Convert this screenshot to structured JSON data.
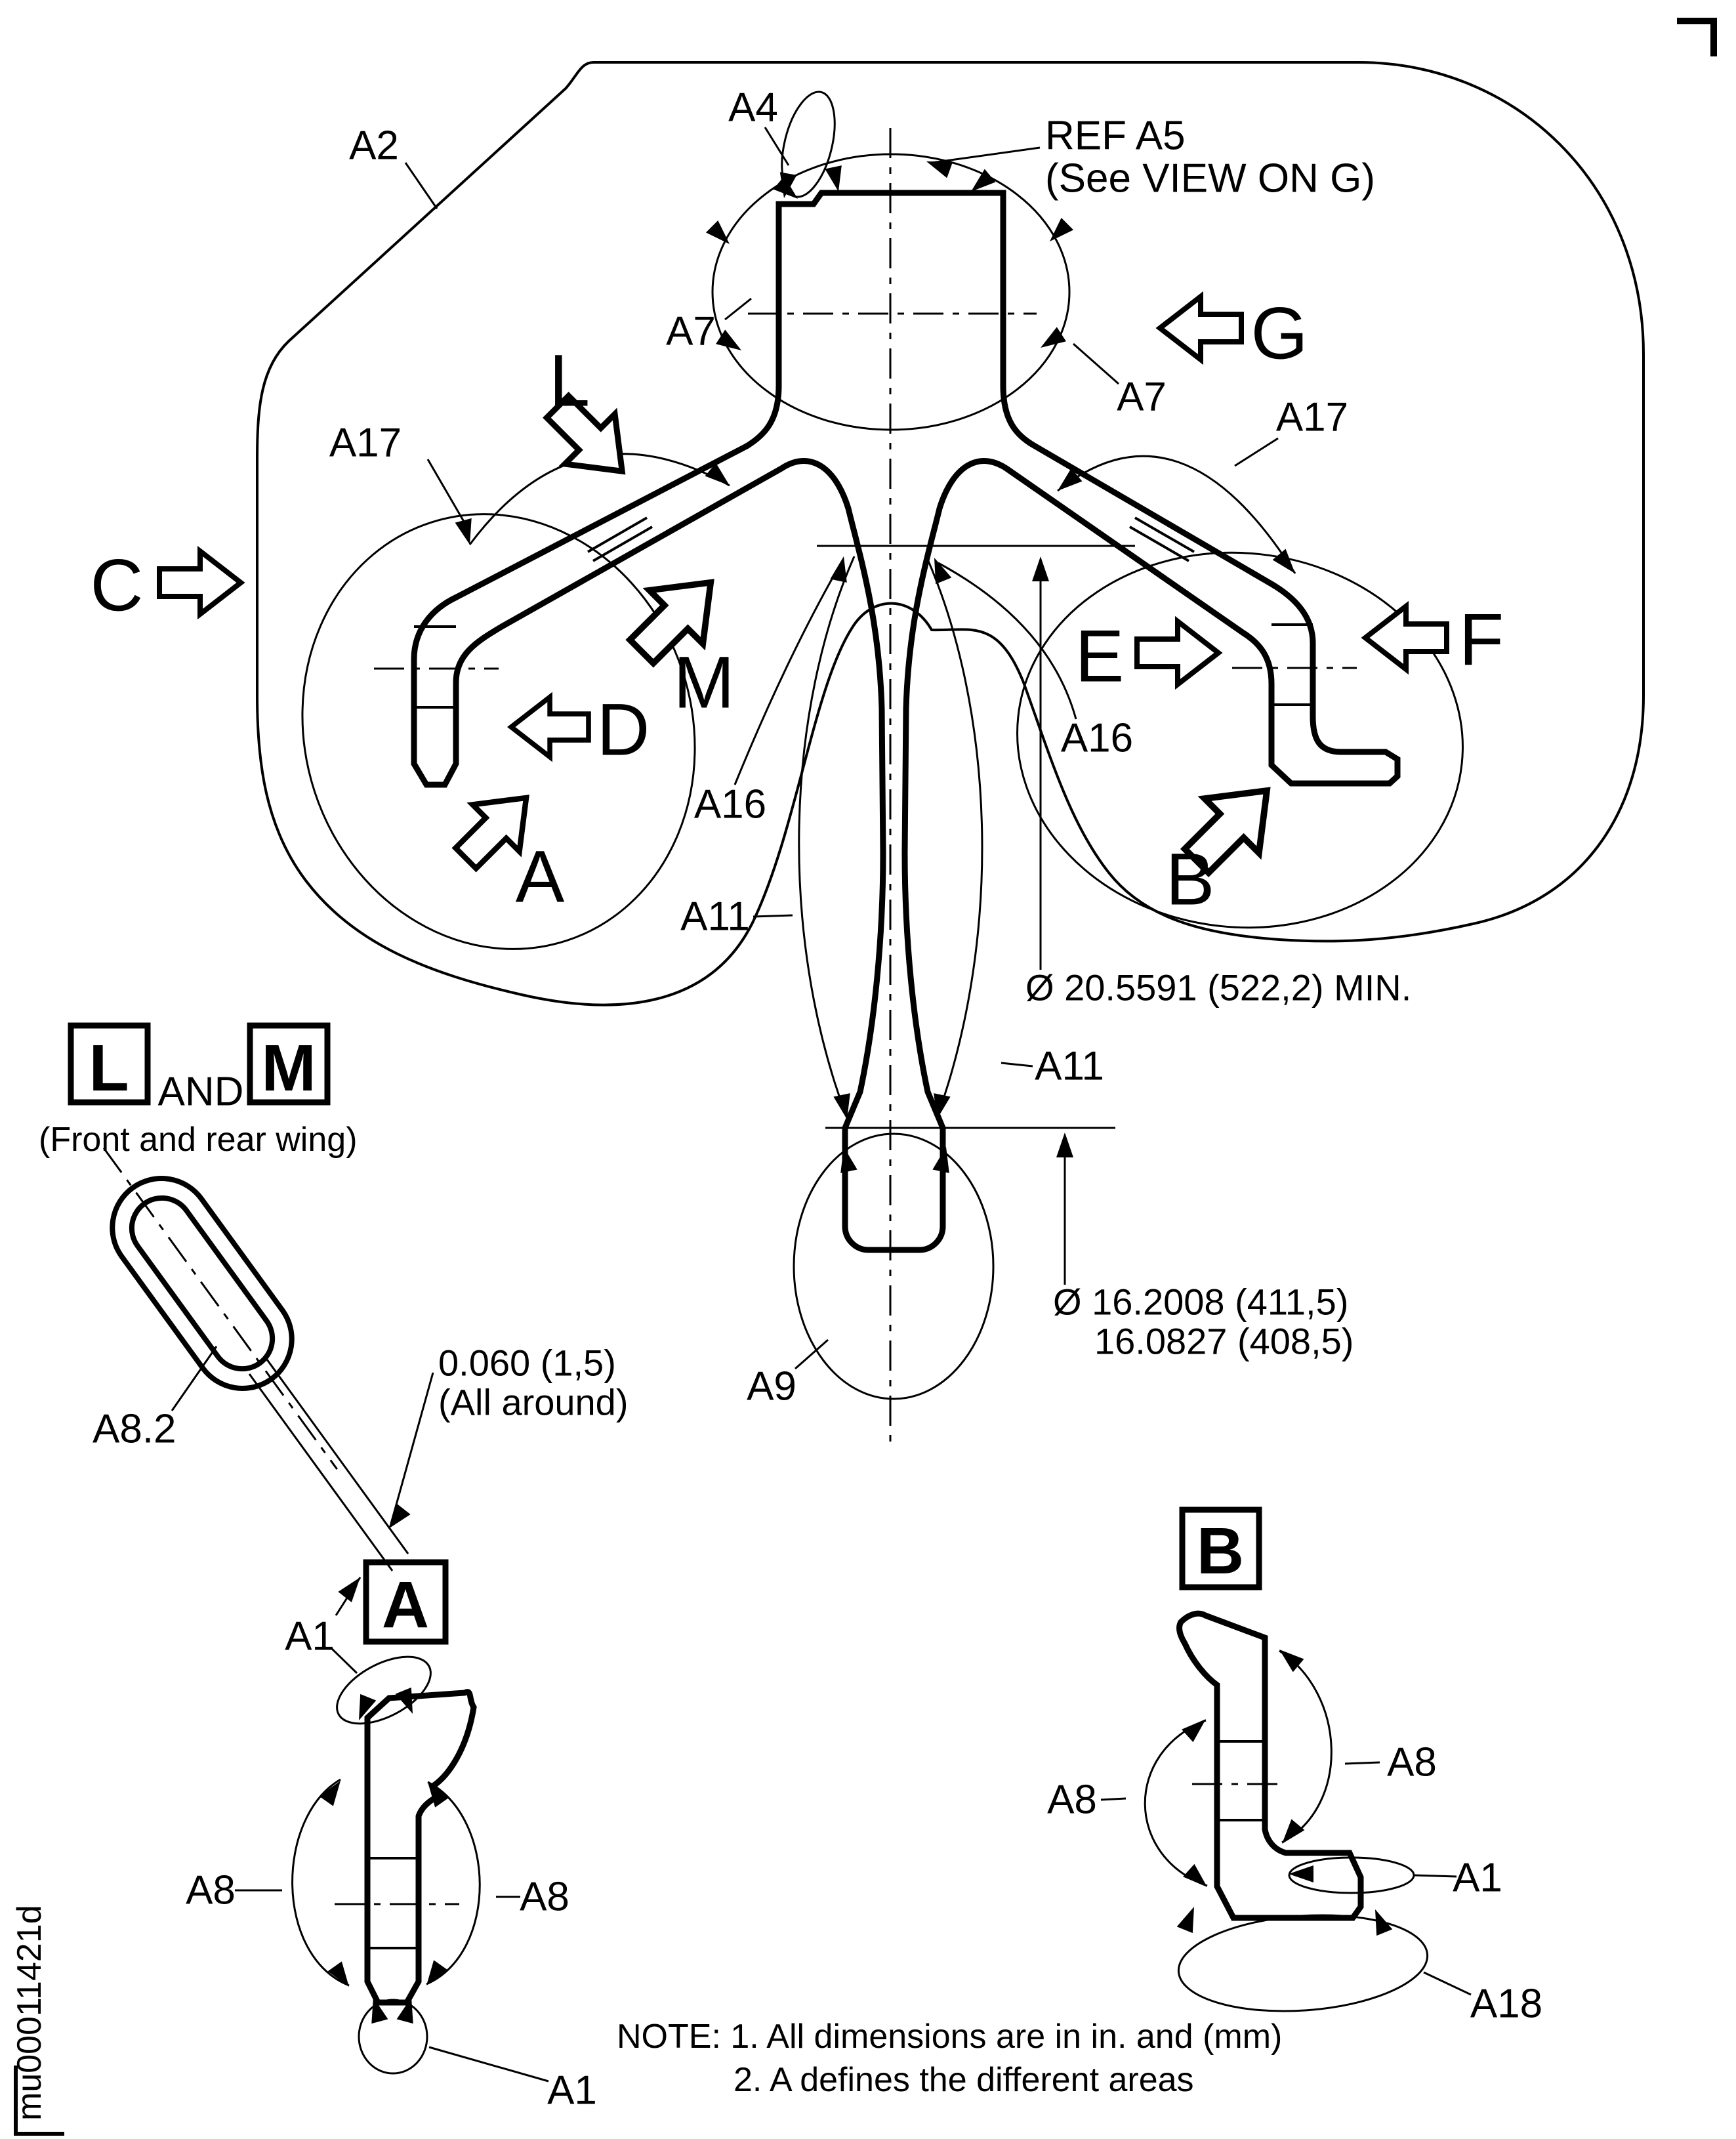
{
  "page": {
    "background": "#ffffff",
    "line_color": "#000000"
  },
  "sidebar": {
    "drawing_number": "mu00011421d"
  },
  "main": {
    "labels": {
      "a2": "A2",
      "a4": "A4",
      "a7_left": "A7",
      "a7_right": "A7",
      "a17_left": "A17",
      "a17_right": "A17",
      "a16_left": "A16",
      "a16_right": "A16",
      "a11_left": "A11",
      "a11_right": "A11",
      "a9": "A9"
    },
    "ref": {
      "title": "REF A5",
      "subtitle": "(See VIEW ON G)"
    },
    "views": {
      "c": "C",
      "d": "D",
      "e": "E",
      "f": "F",
      "g": "G",
      "l": "L",
      "m": "M",
      "a": "A",
      "b": "B"
    },
    "dims": {
      "dia_min": "Ø 20.5591 (522,2) MIN.",
      "dia_root_upper": "Ø 16.2008 (411,5)",
      "dia_root_lower": "16.0827 (408,5)"
    }
  },
  "detail_lm": {
    "letter_l": "L",
    "conjunction": "AND",
    "letter_m": "M",
    "caption": "(Front and rear wing)",
    "label": "A8.2",
    "thickness": "0.060 (1,5)",
    "thickness_note": "(All around)"
  },
  "detail_a": {
    "letter": "A",
    "a1_top": "A1",
    "a1_bottom": "A1",
    "a8_left": "A8",
    "a8_right": "A8"
  },
  "detail_b": {
    "letter": "B",
    "a8_left": "A8",
    "a8_right": "A8",
    "a1": "A1",
    "a18": "A18"
  },
  "note": {
    "line1": "NOTE: 1. All dimensions are in in. and (mm)",
    "line2": "2. A defines the different areas"
  }
}
